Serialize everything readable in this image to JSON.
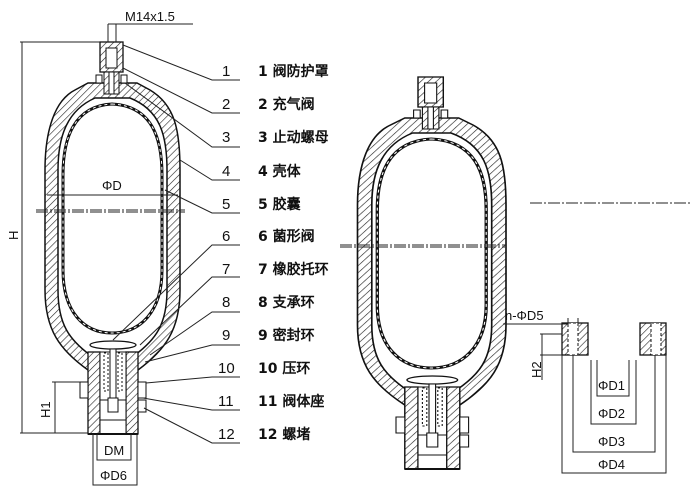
{
  "diagram": {
    "thread_label": "M14x1.5",
    "dims_left": {
      "H": "H",
      "D": "ΦD",
      "H1": "H1",
      "DM": "DM",
      "D6": "ΦD6"
    },
    "dims_right": {
      "D5": "n-ΦD5",
      "H2": "H2",
      "D1": "ΦD1",
      "D2": "ΦD2",
      "D3": "ΦD3",
      "D4": "ΦD4"
    },
    "parts": [
      {
        "num": "1",
        "name": "1 阀防护罩"
      },
      {
        "num": "2",
        "name": "2 充气阀"
      },
      {
        "num": "3",
        "name": "3 止动螺母"
      },
      {
        "num": "4",
        "name": "4 壳体"
      },
      {
        "num": "5",
        "name": "5 胶囊"
      },
      {
        "num": "6",
        "name": "6 菌形阀"
      },
      {
        "num": "7",
        "name": "7 橡胶托环"
      },
      {
        "num": "8",
        "name": "8 支承环"
      },
      {
        "num": "9",
        "name": "9 密封环"
      },
      {
        "num": "10",
        "name": "10 压环"
      },
      {
        "num": "11",
        "name": "11 阀体座"
      },
      {
        "num": "12",
        "name": "12 螺堵"
      }
    ]
  }
}
